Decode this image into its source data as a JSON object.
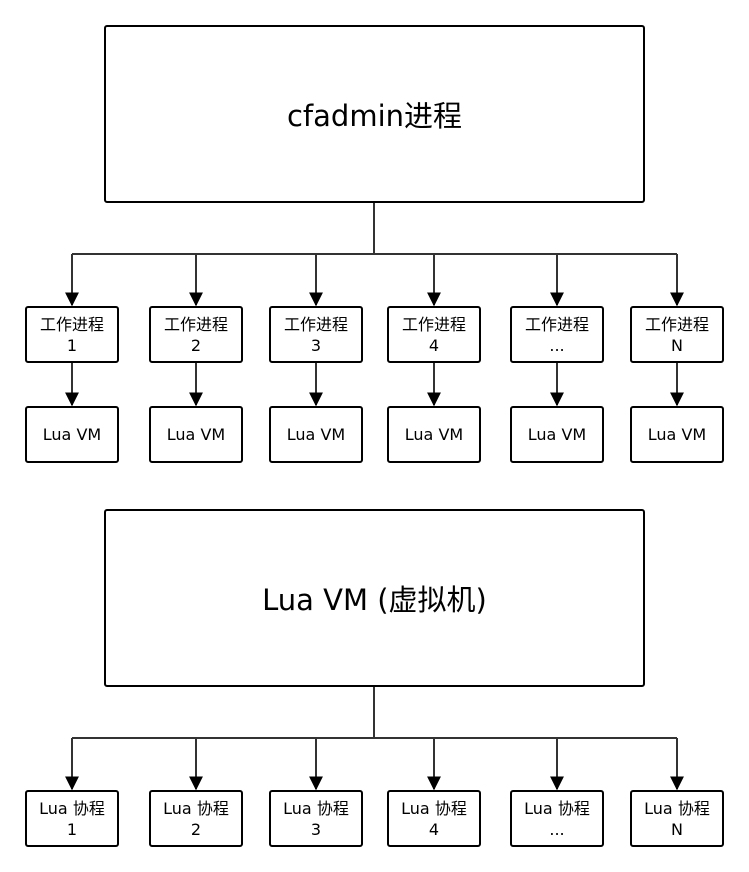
{
  "top_section": {
    "parent_label": "cfadmin进程",
    "workers": [
      {
        "label": "工作进程",
        "index": "1",
        "vm": "Lua VM"
      },
      {
        "label": "工作进程",
        "index": "2",
        "vm": "Lua VM"
      },
      {
        "label": "工作进程",
        "index": "3",
        "vm": "Lua VM"
      },
      {
        "label": "工作进程",
        "index": "4",
        "vm": "Lua VM"
      },
      {
        "label": "工作进程",
        "index": "...",
        "vm": "Lua VM"
      },
      {
        "label": "工作进程",
        "index": "N",
        "vm": "Lua VM"
      }
    ]
  },
  "bottom_section": {
    "parent_label": "Lua VM (虚拟机)",
    "coroutines": [
      {
        "label": "Lua 协程",
        "index": "1"
      },
      {
        "label": "Lua 协程",
        "index": "2"
      },
      {
        "label": "Lua 协程",
        "index": "3"
      },
      {
        "label": "Lua 协程",
        "index": "4"
      },
      {
        "label": "Lua 协程",
        "index": "..."
      },
      {
        "label": "Lua 协程",
        "index": "N"
      }
    ]
  }
}
